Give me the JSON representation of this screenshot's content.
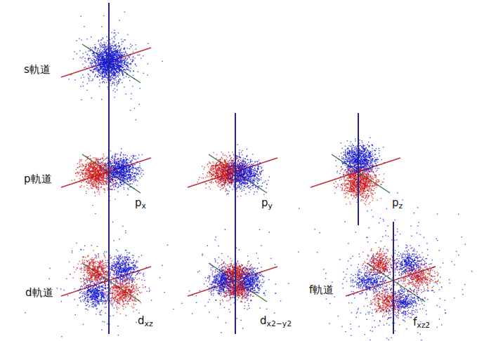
{
  "diagram": {
    "labels": [
      "s軌道",
      "p軌道",
      "px",
      "py",
      "pz",
      "d軌道",
      "dxz",
      "dx2−y2",
      "f軌道",
      "fxz2"
    ]
  }
}
